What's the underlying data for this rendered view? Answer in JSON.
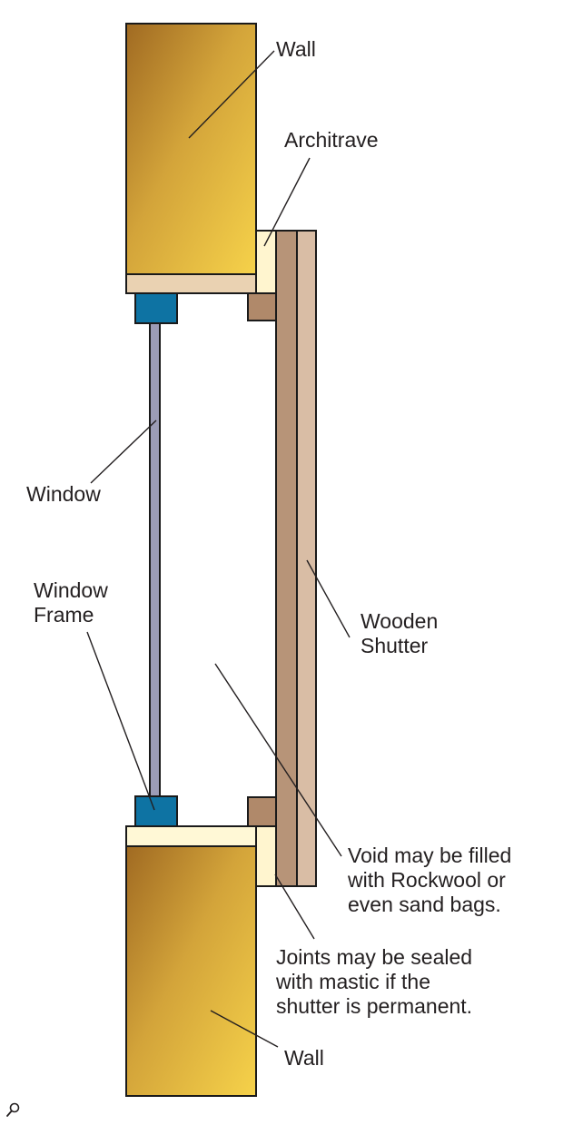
{
  "labels": {
    "wall_top": "Wall",
    "architrave": "Architrave",
    "window": "Window",
    "window_frame_line1": "Window",
    "window_frame_line2": "Frame",
    "wooden_shutter_line1": "Wooden",
    "wooden_shutter_line2": "Shutter",
    "void_line1": "Void may be filled",
    "void_line2": "with Rockwool or",
    "void_line3": "even sand bags.",
    "joints_line1": "Joints may be sealed",
    "joints_line2": "with mastic if the",
    "joints_line3": "shutter is permanent.",
    "wall_bottom": "Wall"
  },
  "icons": {
    "corner_icon": "magnifier-icon"
  },
  "colors": {
    "wall_light": "#f6d24a",
    "wall_dark": "#a06a22",
    "lintel": "#ead2b2",
    "sill": "#fff8d6",
    "architrave": "#fff5cf",
    "stop": "#b0896a",
    "shutter_inner": "#b79478",
    "shutter_outer": "#d9bda5",
    "window_frame": "#0e73a3",
    "glass": "#9b9cb6",
    "line": "#231f20"
  }
}
